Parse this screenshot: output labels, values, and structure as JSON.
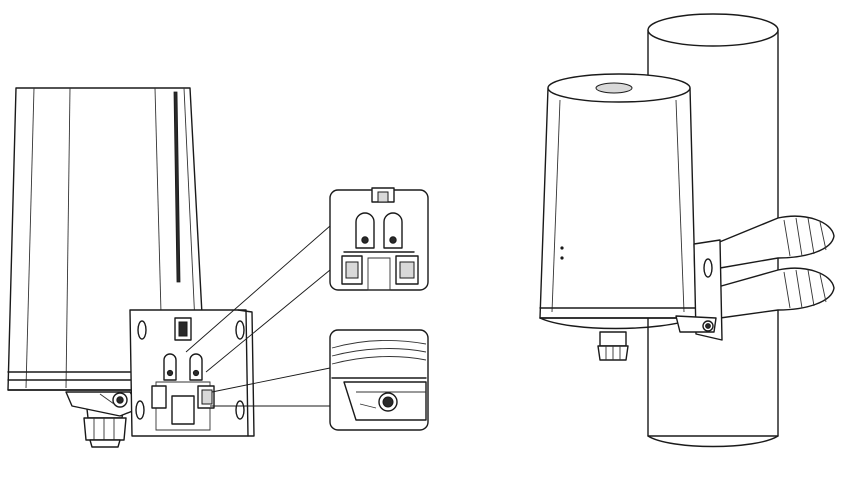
{
  "figure": {
    "colors": {
      "line": "#1a1a1a",
      "background": "#ffffff",
      "shade": "#d9d9d9"
    },
    "panels": [
      {
        "id": "left",
        "content": "antenna-with-bracket-detail"
      },
      {
        "id": "right",
        "content": "antenna-mounted-on-pole"
      }
    ],
    "zoom_insets": 2
  }
}
